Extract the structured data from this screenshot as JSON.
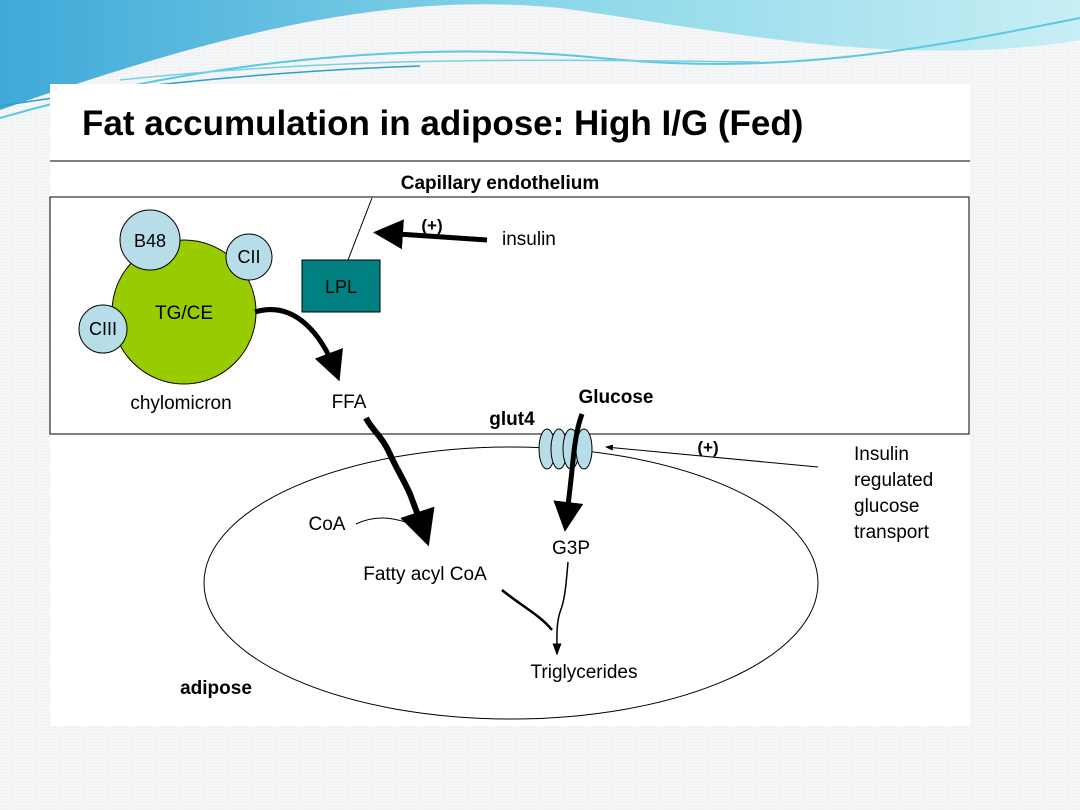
{
  "slide": {
    "title": "Fat accumulation in adipose: High I/G (Fed)"
  },
  "diagram": {
    "capillary_label": "Capillary endothelium",
    "chylomicron": {
      "core_label": "TG/CE",
      "apo_b48": "B48",
      "apo_cii": "CII",
      "apo_ciii": "CIII",
      "caption": "chylomicron"
    },
    "lpl_label": "LPL",
    "insulin_label": "insulin",
    "plus_sign": "(+)",
    "ffa_label": "FFA",
    "glucose_label": "Glucose",
    "glut4_label": "glut4",
    "insulin_regulated_lines": [
      "Insulin",
      "regulated",
      "glucose",
      "transport"
    ],
    "coa_label": "CoA",
    "fatty_acyl_coa_label": "Fatty acyl CoA",
    "g3p_label": "G3P",
    "triglycerides_label": "Triglycerides",
    "adipose_label": "adipose",
    "colors": {
      "chylomicron_core": "#99cc00",
      "apoprotein": "#b7dde8",
      "lpl_box": "#008080",
      "glut4": "#b7dde8",
      "decoration": "#5bc8e0"
    }
  }
}
